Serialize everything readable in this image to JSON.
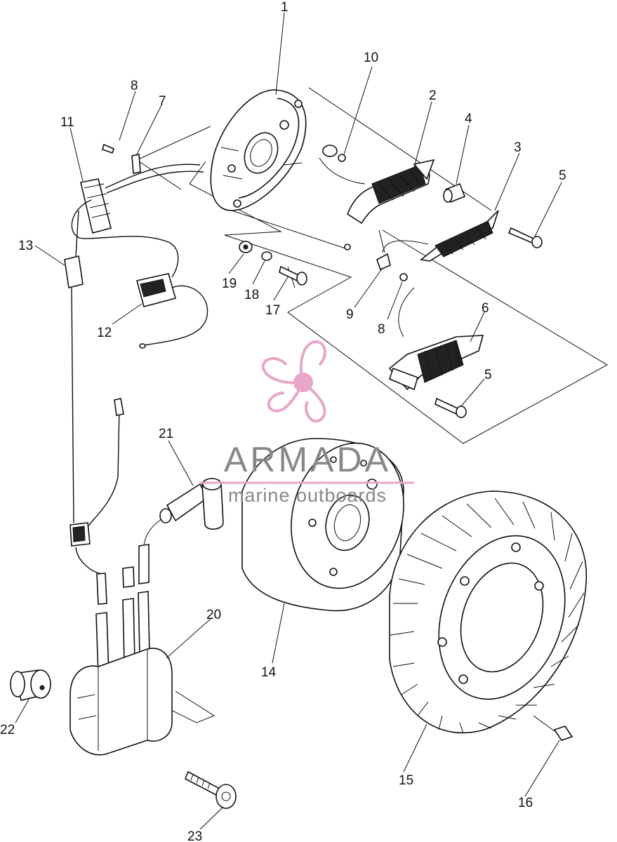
{
  "watermark": {
    "brand": "ARMADA",
    "tagline": "marine outboards",
    "brand_color": "#888888",
    "accent_color": "#e8a6c8",
    "logo_icon": "propeller-icon"
  },
  "callouts": {
    "c1": "1",
    "c2": "2",
    "c3": "3",
    "c4": "4",
    "c5a": "5",
    "c5b": "5",
    "c6": "6",
    "c7": "7",
    "c8a": "8",
    "c8b": "8",
    "c9": "9",
    "c10": "10",
    "c11": "11",
    "c12": "12",
    "c13": "13",
    "c14": "14",
    "c15": "15",
    "c16": "16",
    "c17": "17",
    "c18": "18",
    "c19": "19",
    "c20": "20",
    "c21": "21",
    "c22": "22",
    "c23": "23"
  }
}
